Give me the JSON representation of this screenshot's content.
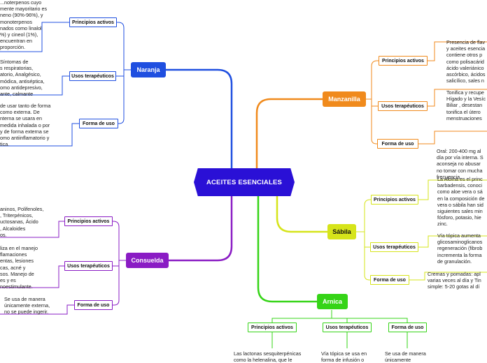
{
  "central": {
    "label": "ACEITES ESENCIALES",
    "color": "#2a10d6"
  },
  "topics": {
    "naranja": {
      "label": "Naranja",
      "color": "#1f4fe0",
      "principios_label": "Principios activos",
      "principios_text": "...noterpenos cuyo\nmente mayoritario es\nneno (90%-96%), y\nmonoterpenos\nnados como linalol\n%) y cineol (1%),\nencuentran en\nproporción.",
      "usos_label": "Usos terapéuticos",
      "usos_text": "Síntomas de\ns respiratorias,\natorio, Analgésico,\nmódica, antiséptica,\nomo antidepresivo,\nante, calmante",
      "forma_label": "Forma de uso",
      "forma_text": "de usar tanto de forma\ncomo externa. De\nnterna se usara en\nmedida inhalada o por\ny de forma externa se\nomo antiinflamatorio y\ntica."
    },
    "manzanilla": {
      "label": "Manzanilla",
      "color": "#f08a1c",
      "principios_label": "Principios activos",
      "principios_text": "Presencia de flav\ny aceites esencia\ncontiene otros p\ncomo polisacárid\nácido valeriánico\nascórbico, ácidos\nsalicílico, sales n",
      "usos_label": "Usos terapéuticos",
      "usos_text": "Tonifica y recupe\nHígado y la Vesíc\nBiliar , desestan\ntonifica el útero\nmenstruaciones",
      "forma_label": "Forma de uso",
      "forma_text": "Oral: 200-400 mg al\ndía por vía interna. S\naconseja no abusar \nno tomar con mucha\nfrecuencia."
    },
    "sabila": {
      "label": "Sábila",
      "color": "#d6e41a",
      "principios_label": "Principios activos",
      "principios_text": "La Aloína es el princ\nbarbadensis, conoci\ncomo aloe vera o sá\nen la composición de\nvera o sábila han sid\nsiguientes sales min\nfósforo, potasio, hie\nzinc.",
      "usos_label": "Usos terapéuticos",
      "usos_text": "Vía tópica aumenta\nglicosaminoglicanos\nregeneración (fibrob\nincrementa la forma\nde granulación.",
      "forma_label": "Forma de uso",
      "forma_text": "Cremas y pomadas: apl\nvarias veces al día y Tin\nsimple: 5-20 gotas al dí"
    },
    "consuelda": {
      "label": "Consuelda",
      "color": "#8a1cc4",
      "principios_label": "Principios activos",
      "principios_text": "aninos, Polifenoles,\n, Triterpénicos,\nuctosanas, Ácido\n, Alcaloides\nos.",
      "usos_label": "Usos terapéuticos",
      "usos_text": "liza en el manejo\nflamaciones\nentas, lesiones\ncas, acné y\nsos. Manejo de\nes y es\nnoestimulante.",
      "forma_label": "Forma de uso",
      "forma_text": "Se usa de manera\núnicamente externa,\nno se puede ingerir."
    },
    "arnica": {
      "label": "Arnica",
      "color": "#35d417",
      "principios_label": "Principios activos",
      "principios_text": "Las lactonas sesquiterpénicas\ncomo la helenalina, que le",
      "usos_label": "Usos terapéuticos",
      "usos_text": "Vía tópica se usa en\nforma de infusión o",
      "forma_label": "Forma de uso",
      "forma_text": "Se usa de manera\núnicamente"
    }
  }
}
